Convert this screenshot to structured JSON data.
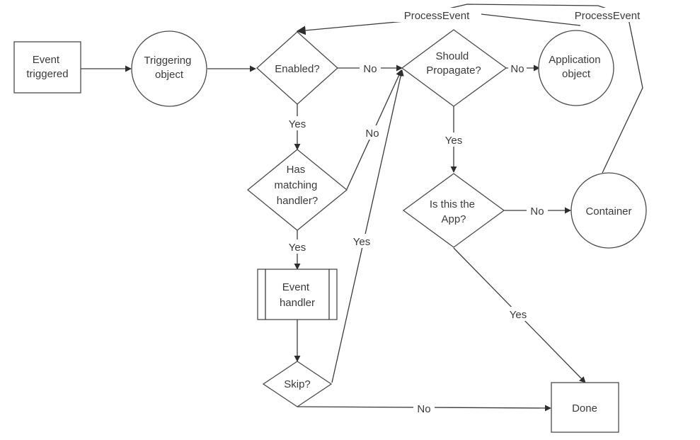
{
  "nodes": {
    "event_triggered": [
      "Event",
      "triggered"
    ],
    "triggering_object": [
      "Triggering",
      "object"
    ],
    "enabled": [
      "Enabled?"
    ],
    "should_propagate": [
      "Should",
      "Propagate?"
    ],
    "application_object": [
      "Application",
      "object"
    ],
    "has_matching_handler": [
      "Has",
      "matching",
      "handler?"
    ],
    "event_handler": [
      "Event",
      "handler"
    ],
    "skip": [
      "Skip?"
    ],
    "is_this_the_app": [
      "Is this the",
      "App?"
    ],
    "container": [
      "Container"
    ],
    "done": [
      "Done"
    ]
  },
  "edge_labels": {
    "enabled_no": "No",
    "propagate_no": "No",
    "enabled_yes": "Yes",
    "handler_no": "No",
    "handler_yes": "Yes",
    "skip_yes": "Yes",
    "propagate_yes": "Yes",
    "app_no": "No",
    "app_yes": "Yes",
    "skip_no": "No",
    "process_event_1": "ProcessEvent",
    "process_event_2": "ProcessEvent"
  }
}
